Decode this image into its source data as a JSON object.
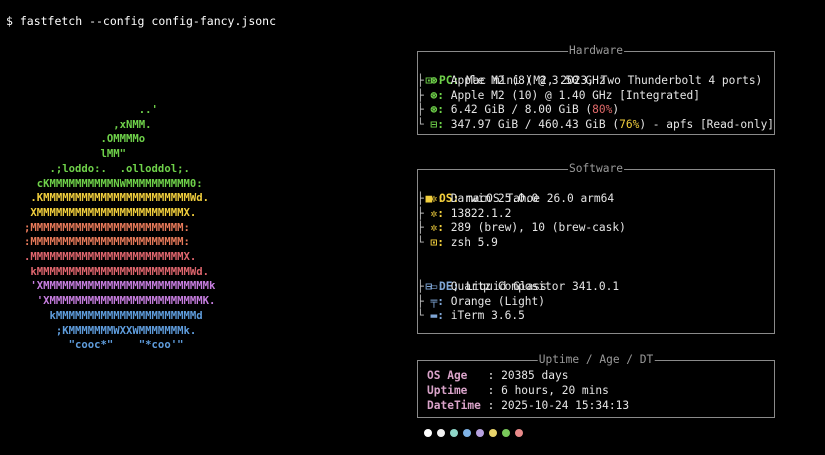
{
  "terminal": {
    "prompt": "$ fastfetch --config config-fancy.jsonc"
  },
  "logo": {
    "rows": [
      {
        "text": "                  ..'",
        "color": "#6fd24a"
      },
      {
        "text": "              ,xNMM.",
        "color": "#6fd24a"
      },
      {
        "text": "            .OMMMMo",
        "color": "#6fd24a"
      },
      {
        "text": "            lMM\"",
        "color": "#6fd24a"
      },
      {
        "text": "    .;loddo:.  .olloddol;.",
        "color": "#6fd24a"
      },
      {
        "text": "  cKMMMMMMMMMMNWMMMMMMMMMM0:",
        "color": "#6fd24a"
      },
      {
        "text": " .KMMMMMMMMMMMMMMMMMMMMMMMWd.",
        "color": "#f2cf3d"
      },
      {
        "text": " XMMMMMMMMMMMMMMMMMMMMMMMX.",
        "color": "#f2cf3d"
      },
      {
        "text": ";MMMMMMMMMMMMMMMMMMMMMMMM:",
        "color": "#e87a5a"
      },
      {
        "text": ":MMMMMMMMMMMMMMMMMMMMMMMM:",
        "color": "#e87a5a"
      },
      {
        "text": ".MMMMMMMMMMMMMMMMMMMMMMMMX.",
        "color": "#e0666e"
      },
      {
        "text": " kMMMMMMMMMMMMMMMMMMMMMMMMWd.",
        "color": "#e0666e"
      },
      {
        "text": " 'XMMMMMMMMMMMMMMMMMMMMMMMMMMk",
        "color": "#c77ee0"
      },
      {
        "text": "  'XMMMMMMMMMMMMMMMMMMMMMMMMK.",
        "color": "#c77ee0"
      },
      {
        "text": "    kMMMMMMMMMMMMMMMMMMMMMMd",
        "color": "#5f9ddd"
      },
      {
        "text": "     ;KMMMMMMMWXXWMMMMMMMk.",
        "color": "#5f9ddd"
      },
      {
        "text": "       \"cooc*\"    \"*coo'\"",
        "color": "#5f9ddd"
      }
    ]
  },
  "hardware": {
    "title": "Hardware",
    "pc_icon": "pc-icon",
    "pc_key": "PC:",
    "pc_value": "Mac mini (M2, 2023, Two Thunderbolt 4 ports)",
    "color": "#6fd24a",
    "items": [
      {
        "prefix": "├",
        "icon": "cpu-icon",
        "glyph": "⊛:",
        "value": "Apple M2 (8) @ 3.50 GHz"
      },
      {
        "prefix": "├",
        "icon": "gpu-icon",
        "glyph": "⊛:",
        "value": "Apple M2 (10) @ 1.40 GHz [Integrated]"
      },
      {
        "prefix": "├",
        "icon": "memory-icon",
        "glyph": "⊛:",
        "value_before": "6.42 GiB / 8.00 GiB (",
        "value_hl": "80%",
        "value_after": ")"
      },
      {
        "prefix": "└",
        "icon": "disk-icon",
        "glyph": "⊟:",
        "value_before": "347.97 GiB / 460.43 GiB (",
        "value_hl": "76%",
        "value_after": ") - apfs [Read-only]"
      }
    ]
  },
  "software": {
    "title": "Software",
    "os_icon": "os-icon",
    "os_key": "OS:",
    "os_value": "macOS Tahoe 26.0 arm64",
    "color": "#f2cf3d",
    "items": [
      {
        "prefix": "├",
        "icon": "kernel-icon",
        "glyph": "✲:",
        "value": "Darwin 25.0.0"
      },
      {
        "prefix": "├",
        "icon": "build-icon",
        "glyph": "✲:",
        "value": "13822.1.2"
      },
      {
        "prefix": "├",
        "icon": "packages-icon",
        "glyph": "✲:",
        "value": "289 (brew), 10 (brew-cask)"
      },
      {
        "prefix": "└",
        "icon": "shell-icon",
        "glyph": "⊡:",
        "value": "zsh 5.9"
      }
    ],
    "de_icon": "desktop-icon",
    "de_key": "DE:",
    "de_value": "Liquid Glass",
    "de_color": "#7fa6d6",
    "de_items": [
      {
        "prefix": "├",
        "icon": "window-manager-icon",
        "glyph": "▭:",
        "value": "Quartz Compositor 341.0.1"
      },
      {
        "prefix": "├",
        "icon": "theme-icon",
        "glyph": "╤:",
        "value": "Orange (Light)"
      },
      {
        "prefix": "└",
        "icon": "terminal-icon",
        "glyph": "▬:",
        "value": "iTerm 3.6.5"
      }
    ]
  },
  "uptime": {
    "title": "Uptime / Age / DT",
    "color": "#d9a3c9",
    "rows": [
      {
        "key": "OS Age  ",
        "value": ": 20385 days"
      },
      {
        "key": "Uptime  ",
        "value": ": 6 hours, 20 mins"
      },
      {
        "key": "DateTime",
        "value": ": 2025-10-24 15:34:13"
      }
    ]
  },
  "palette": [
    "#ffffff",
    "#f0f0f0",
    "#8fd6c8",
    "#7fb3e6",
    "#b7a2e0",
    "#e8d36a",
    "#79c95a",
    "#e98a8a"
  ]
}
